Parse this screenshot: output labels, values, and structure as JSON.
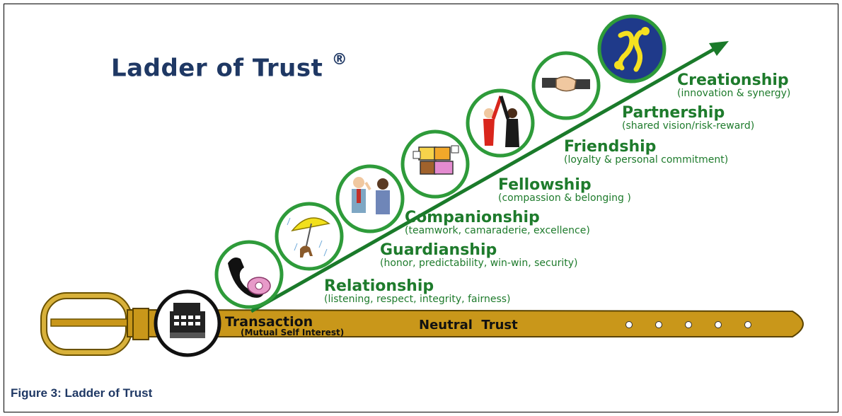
{
  "title": "Ladder of Trust",
  "title_mark": "®",
  "caption": "Figure 3: Ladder of Trust",
  "belt": {
    "transaction": "Transaction",
    "transaction_note": "(Mutual Self Interest)",
    "neutral": "Neutral  Trust"
  },
  "levels": [
    {
      "name": "Relationship",
      "desc": "(listening, respect, integrity, fairness)"
    },
    {
      "name": "Guardianship",
      "desc": "(honor, predictability, win-win, security)"
    },
    {
      "name": "Companionship",
      "desc": "(teamwork, camaraderie, excellence)"
    },
    {
      "name": "Fellowship",
      "desc": "(compassion & belonging )"
    },
    {
      "name": "Friendship",
      "desc": "(loyalty & personal commitment)"
    },
    {
      "name": "Partnership",
      "desc": "(shared vision/risk-reward)"
    },
    {
      "name": "Creationship",
      "desc": "(innovation & synergy)"
    }
  ],
  "icons": [
    "cash-register-icon",
    "telephone-icon",
    "umbrella-dog-icon",
    "handshake-people-icon",
    "joined-hands-icon",
    "raised-hands-icon",
    "handshake-icon",
    "logo-icon"
  ],
  "colors": {
    "title": "#1f3864",
    "level_text": "#1e7b2c",
    "arrow": "#1a7a2a",
    "belt": "#c9971a",
    "circle_border": "#2e9b3a"
  }
}
